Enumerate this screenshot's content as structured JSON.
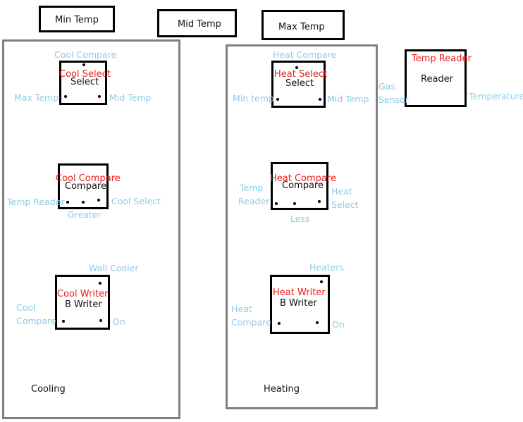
{
  "colors": {
    "title_red": "#e8201f",
    "port_blue": "#8fcbe6",
    "group_border": "#7f7f7f",
    "block_border": "#000000"
  },
  "inputs": {
    "min_temp": "Min Temp",
    "mid_temp": "Mid Temp",
    "max_temp": "Max Temp"
  },
  "temp_reader": {
    "title": "Temp Reader",
    "type": "Reader",
    "port_in": "Gas Sensor",
    "port_in_line1": "Gas",
    "port_in_line2": "Sensor",
    "port_out": "Temperature"
  },
  "cooling": {
    "label": "Cooling",
    "select": {
      "title": "Cool Select",
      "type": "Select",
      "port_top": "Cool Compare",
      "port_left": "Max Temp",
      "port_right": "Mid Temp"
    },
    "compare": {
      "title": "Cool Compare",
      "type": "Compare",
      "port_left": "Temp Reader",
      "port_right": "Cool Select",
      "port_bottom": "Greater"
    },
    "writer": {
      "title": "Cool Writer",
      "type": "B Writer",
      "port_top": "Wall Cooler",
      "port_left_line1": "Cool",
      "port_left_line2": "Compare",
      "port_right": "On"
    }
  },
  "heating": {
    "label": "Heating",
    "select": {
      "title": "Heat Select",
      "type": "Select",
      "port_top": "Heat Compare",
      "port_left": "Min temp",
      "port_right": "Mid Temp"
    },
    "compare": {
      "title": "Heat Compare",
      "type": "Compare",
      "port_left_line1": "Temp",
      "port_left_line2": "Reader",
      "port_right_line1": "Heat",
      "port_right_line2": "Select",
      "port_bottom": "Less"
    },
    "writer": {
      "title": "Heat Writer",
      "type": "B Writer",
      "port_top": "Heaters",
      "port_left_line1": "Heat",
      "port_left_line2": "Compare",
      "port_right": "On"
    }
  }
}
